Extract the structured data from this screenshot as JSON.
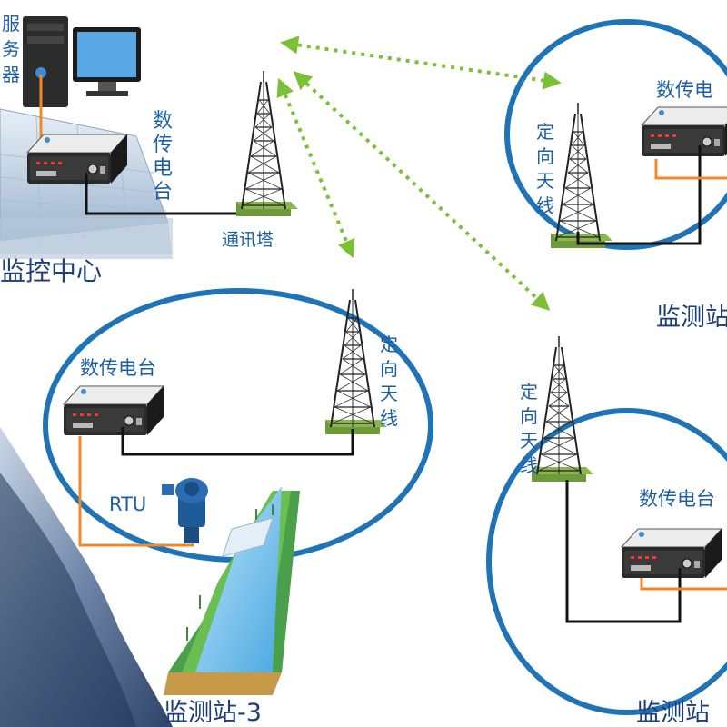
{
  "labels": {
    "server": [
      "服",
      "务",
      "器"
    ],
    "radio_center": [
      "数",
      "传",
      "电",
      "台"
    ],
    "tower": "通讯塔",
    "center": "监控中心",
    "radio_3": "数传电台",
    "antenna_3": [
      "定",
      "向",
      "天",
      "线"
    ],
    "rtu": "RTU",
    "station_3": "监测站-3",
    "antenna_r1": [
      "定",
      "向",
      "天",
      "线"
    ],
    "radio_r1": "数传电",
    "station_r1": "监测站",
    "antenna_r2": [
      "定",
      "向",
      "天",
      "线"
    ],
    "radio_r2": "数传电台",
    "station_r2": "监测站"
  },
  "colors": {
    "ellipse_stroke": "#1f73b7",
    "link_arrow": "#7cc036",
    "cable_orange": "#f0882a",
    "cable_black": "#111111",
    "text_blue": "#1c5fa8"
  }
}
